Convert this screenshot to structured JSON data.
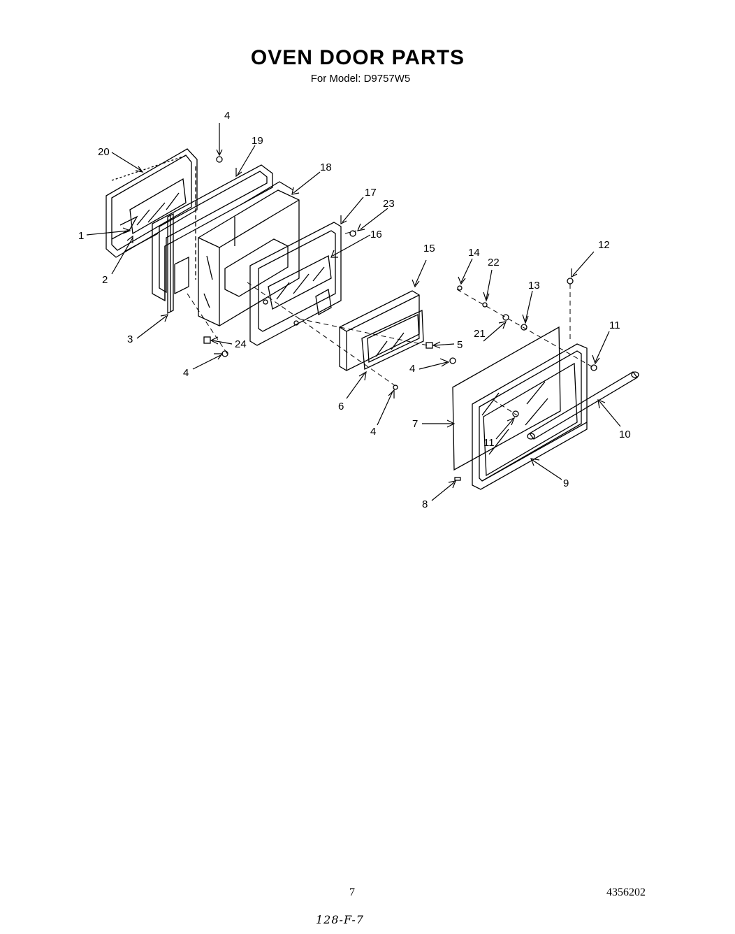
{
  "header": {
    "title": "OVEN DOOR PARTS",
    "subtitle": "For Model: D9757W5"
  },
  "callouts": {
    "c1": "1",
    "c2": "2",
    "c3": "3",
    "c4a": "4",
    "c4b": "4",
    "c4c": "4",
    "c4d": "4",
    "c5": "5",
    "c6": "6",
    "c7": "7",
    "c8": "8",
    "c9": "9",
    "c10": "10",
    "c11a": "11",
    "c11b": "11",
    "c12": "12",
    "c13": "13",
    "c14": "14",
    "c15": "15",
    "c16": "16",
    "c17": "17",
    "c18": "18",
    "c19": "19",
    "c20": "20",
    "c21": "21",
    "c22": "22",
    "c23": "23",
    "c24": "24"
  },
  "footer": {
    "page_number": "7",
    "doc_number": "4356202",
    "handwritten_note": "128-F-7"
  }
}
